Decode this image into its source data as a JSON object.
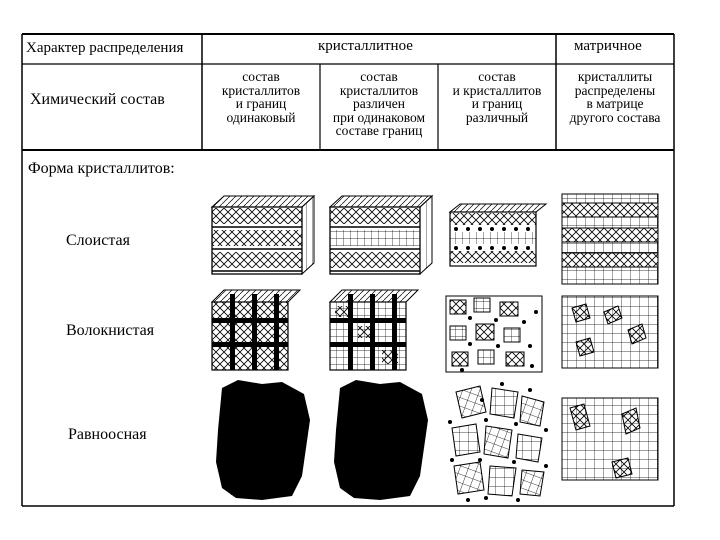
{
  "header": {
    "col0": "Характер распределения",
    "crystallite": "кристаллитное",
    "matrix": "матричное"
  },
  "chem": {
    "label": "Химический состав",
    "c1": "состав\nкристаллитов\nи границ\nодинаковый",
    "c2": "состав\nкристаллитов\nразличен\nпри одинаковом\nсоставе границ",
    "c3": "состав\nи кристаллитов\nи границ\nразличный",
    "c4": "кристаллиты\nраспределены\nв матрице\nдругого состава"
  },
  "forms": {
    "title": "Форма кристаллитов:",
    "layered": "Слоистая",
    "fibrous": "Волокнистая",
    "equiaxed": "Равноосная"
  }
}
